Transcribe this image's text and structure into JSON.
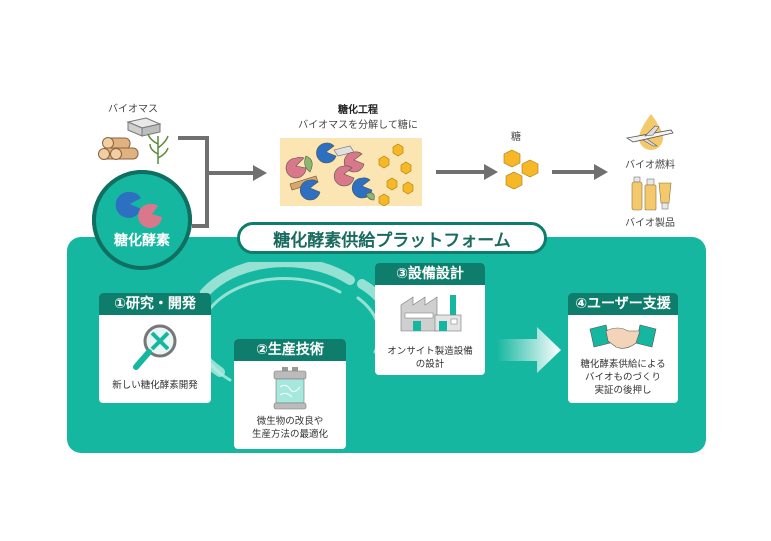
{
  "biomass": {
    "label": "バイオマス"
  },
  "enzyme": {
    "label": "糖化酵素"
  },
  "saccharification": {
    "title": "糖化工程",
    "subtitle": "バイオマスを分解して糖に"
  },
  "sugar": {
    "label": "糖"
  },
  "products": [
    {
      "label": "バイオ燃料",
      "icon": "jet-fuel-icon"
    },
    {
      "label": "バイオ製品",
      "icon": "bottles-icon"
    }
  ],
  "platform": {
    "title": "糖化酵素供給プラットフォーム",
    "steps": [
      {
        "heading": "①研究・開発",
        "body": [
          "新しい糖化酵素開発"
        ],
        "icon": "magnifier-dna-icon"
      },
      {
        "heading": "②生産技術",
        "body": [
          "微生物の改良や",
          "生産方法の最適化"
        ],
        "icon": "fermenter-tank-icon"
      },
      {
        "heading": "③設備設計",
        "body": [
          "オンサイト製造設備",
          "の設計"
        ],
        "icon": "factory-icon"
      },
      {
        "heading": "④ユーザー支援",
        "body": [
          "糖化酵素供給による",
          "バイオものづくり",
          "実証の後押し"
        ],
        "icon": "handshake-icon"
      }
    ]
  },
  "colors": {
    "panel_green": "#16b7a0",
    "dark_green": "#0f7d6c",
    "arrow_gray": "#707070",
    "sugar_yellow": "#f6b826",
    "process_bg": "#fbe6b3",
    "enzyme_blue": "#2d6fc0",
    "enzyme_pink": "#d8788a"
  }
}
